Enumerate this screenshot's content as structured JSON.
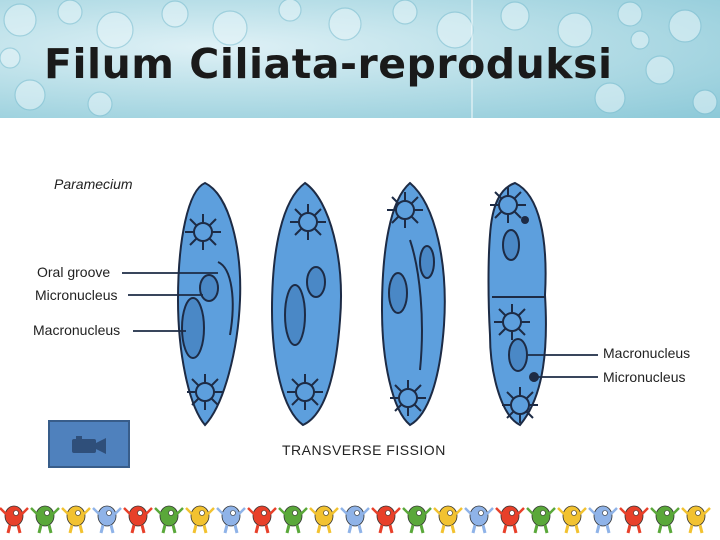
{
  "slide": {
    "title": "Filum Ciliata-reproduksi"
  },
  "figure": {
    "organism_label": "Paramecium",
    "left_labels": [
      "Oral groove",
      "Micronucleus",
      "Macronucleus"
    ],
    "right_labels": [
      "Macronucleus",
      "Micronucleus"
    ],
    "caption": "TRANSVERSE FISSION"
  },
  "media": {
    "icon": "video-camera-icon"
  },
  "footer": {
    "pattern": "cartoon-creature-strip"
  },
  "colors": {
    "cell": "#5d9fdd",
    "cell_outline": "#1d2b45",
    "button": "#4f81bd"
  }
}
